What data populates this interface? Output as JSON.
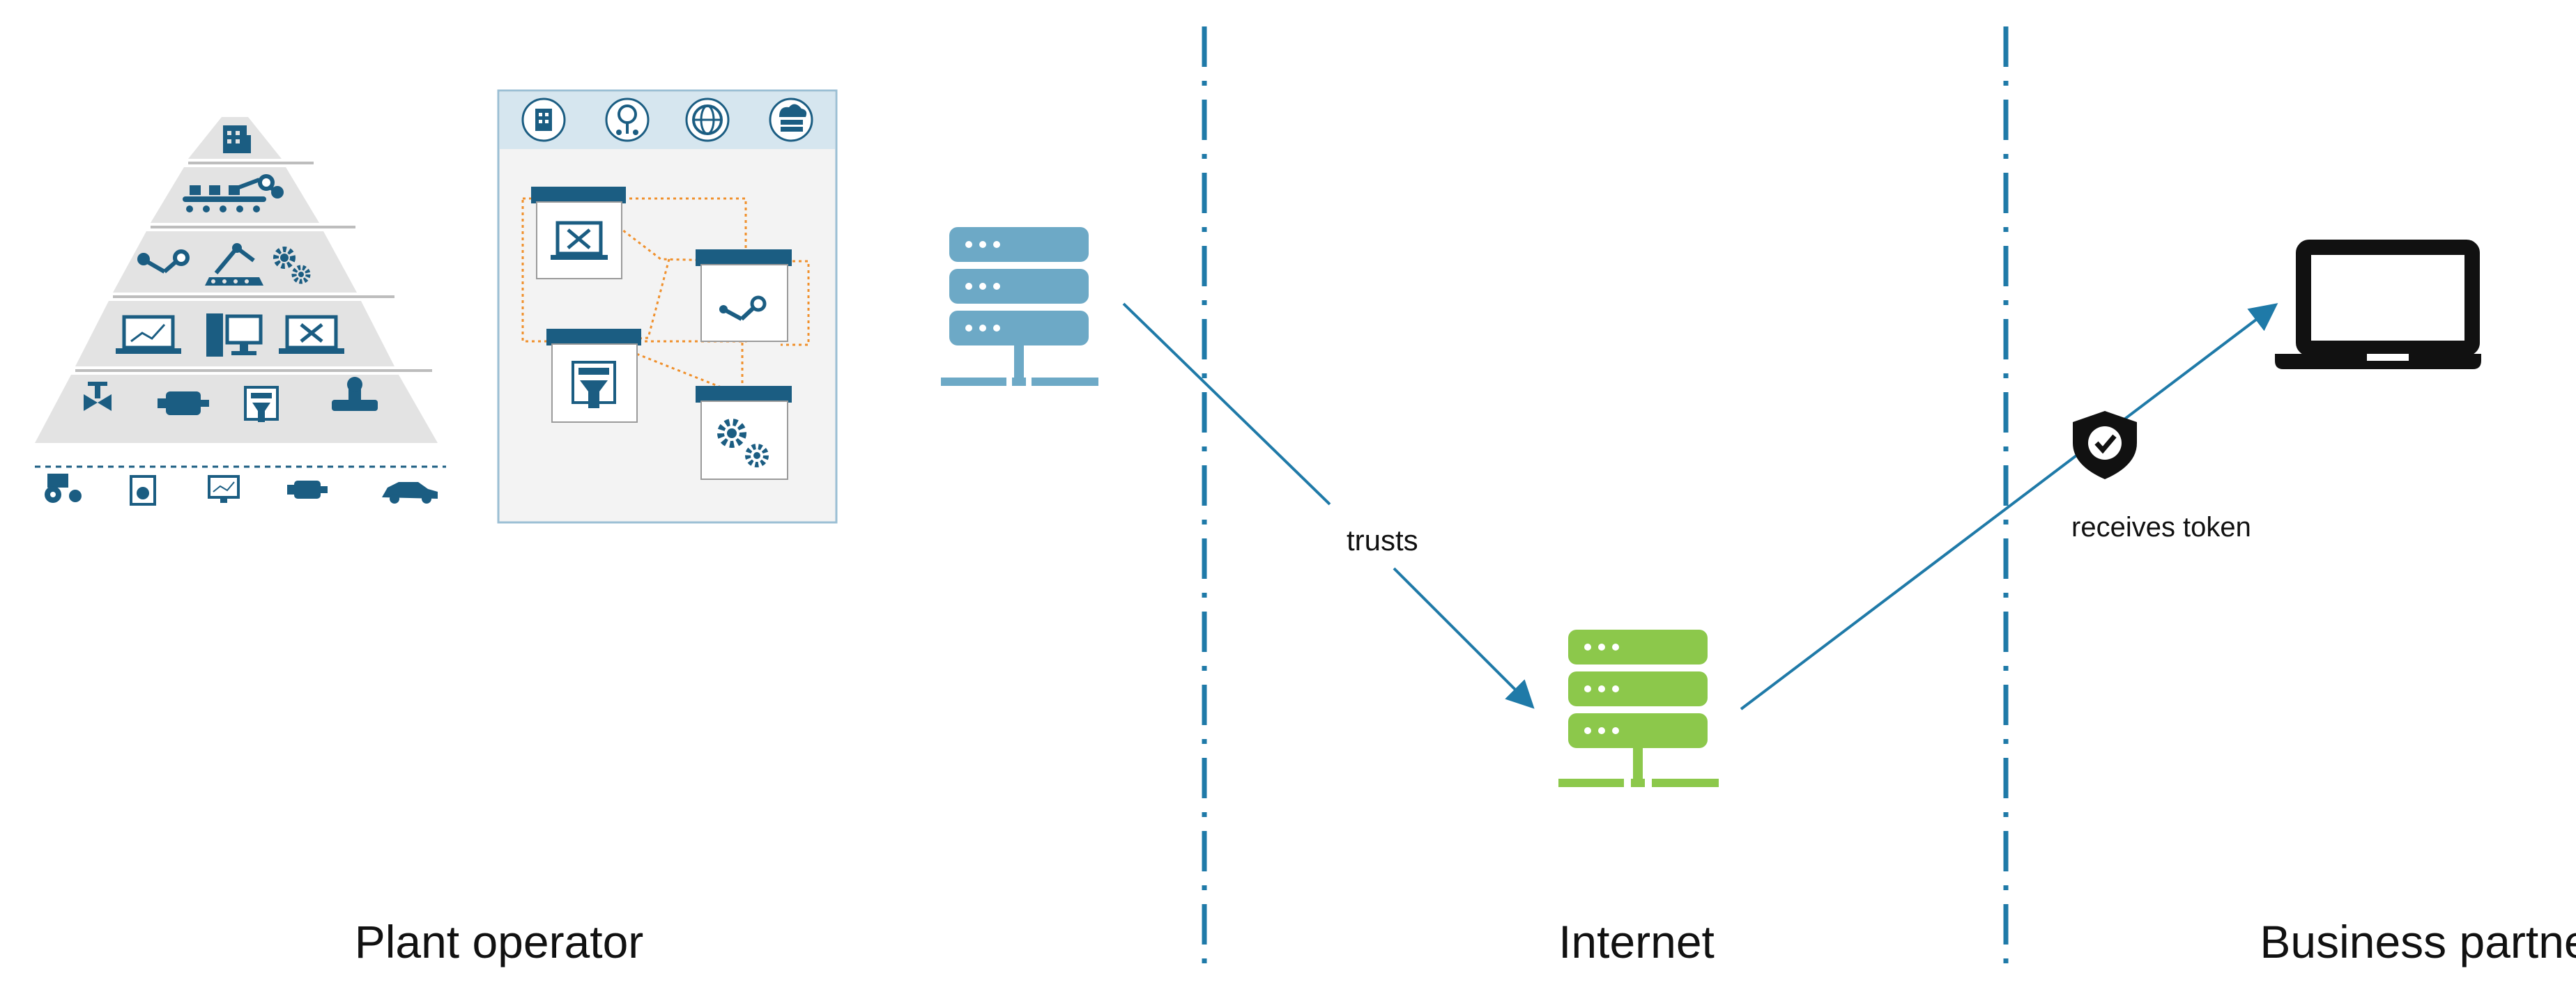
{
  "labels": {
    "trusts": "trusts",
    "receives_token": "receives token",
    "plant_operator": "Plant operator",
    "internet": "Internet",
    "business_partner": "Business partner"
  },
  "colors": {
    "blue_accent": "#1f7aa8",
    "dark_blue": "#1b5d82",
    "server_blue": "#6da9c6",
    "server_green": "#8cc84b",
    "pyramid_gray": "#e3e3e3",
    "dotted_orange": "#f0902c",
    "panel_bg": "#f3f3f3",
    "panel_border": "#9bbfd4"
  },
  "icons": {
    "pyramid": [
      "building-icon",
      "robot-arm-icon",
      "conveyor-icon",
      "gear-icon",
      "laptop-chart-icon",
      "desktop-icon",
      "laptop-tools-icon",
      "valve-icon",
      "motor-icon",
      "panel-icon",
      "pipe-icon",
      "tractor-icon",
      "washer-icon",
      "monitor-icon",
      "engine-icon",
      "car-icon"
    ],
    "panel_header": [
      "building-icon",
      "network-icon",
      "globe-icon",
      "cloud-server-icon"
    ],
    "servers": [
      "plant-server-icon",
      "internet-server-icon"
    ],
    "partner": [
      "laptop-icon",
      "shield-check-icon"
    ]
  }
}
